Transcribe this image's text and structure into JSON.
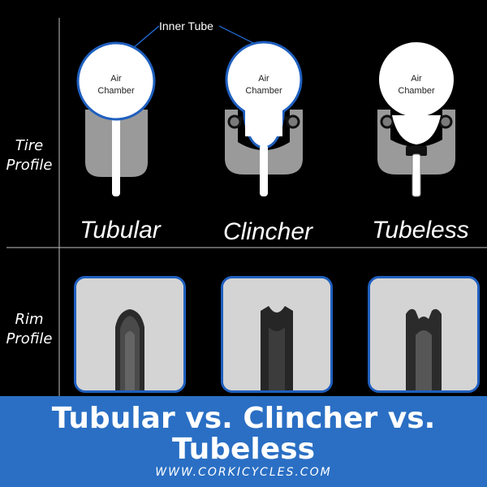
{
  "labels": {
    "inner_tube": "Inner Tube",
    "air_chamber_line1": "Air",
    "air_chamber_line2": "Chamber"
  },
  "rows": {
    "tire_profile": [
      "Tire",
      "Profile"
    ],
    "rim_profile": [
      "Rim",
      "Profile"
    ]
  },
  "tire_types": [
    {
      "name": "Tubular"
    },
    {
      "name": "Clincher"
    },
    {
      "name": "Tubeless"
    }
  ],
  "banner": {
    "title_line1": "Tubular vs. Clincher vs.",
    "title_line2": "Tubeless",
    "url": "WWW.CORKICYCLES.COM",
    "color": "#2a6fc4"
  },
  "colors": {
    "tube_outline": "#1f5fbf",
    "rim_gray": "#9a9a9a",
    "background": "#000000"
  }
}
